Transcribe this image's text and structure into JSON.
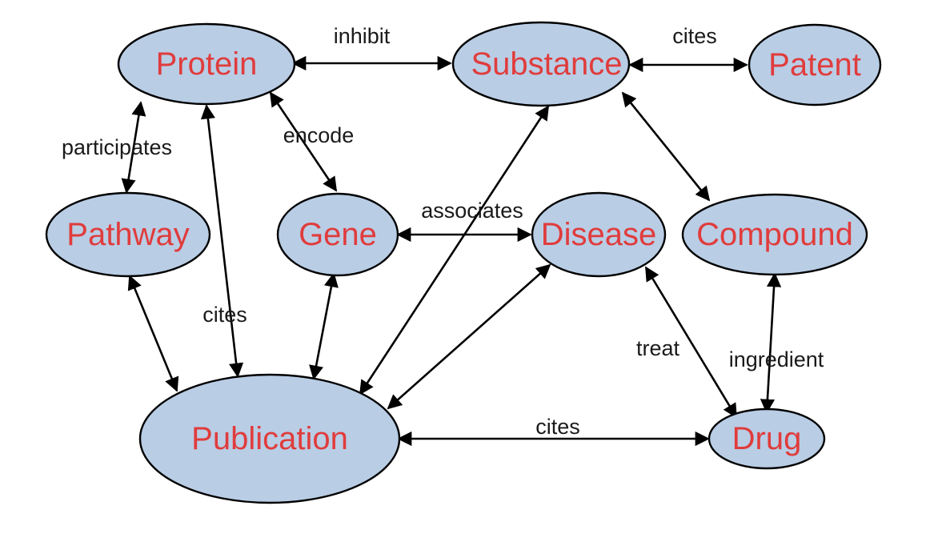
{
  "colors": {
    "node_fill": "#b9cde5",
    "node_stroke": "#000000",
    "node_text": "#e03c3c",
    "edge": "#000000",
    "edge_text": "#1a1a1a",
    "background": "#ffffff"
  },
  "nodes": {
    "protein": "Protein",
    "substance": "Substance",
    "patent": "Patent",
    "pathway": "Pathway",
    "gene": "Gene",
    "disease": "Disease",
    "compound": "Compound",
    "publication": "Publication",
    "drug": "Drug"
  },
  "edges": {
    "protein_substance": "inhibit",
    "substance_patent": "cites",
    "protein_pathway": "participates",
    "protein_gene": "encode",
    "gene_disease": "associates",
    "protein_publication": "cites",
    "disease_drug": "treat",
    "compound_drug": "ingredient",
    "publication_drug": "cites"
  }
}
